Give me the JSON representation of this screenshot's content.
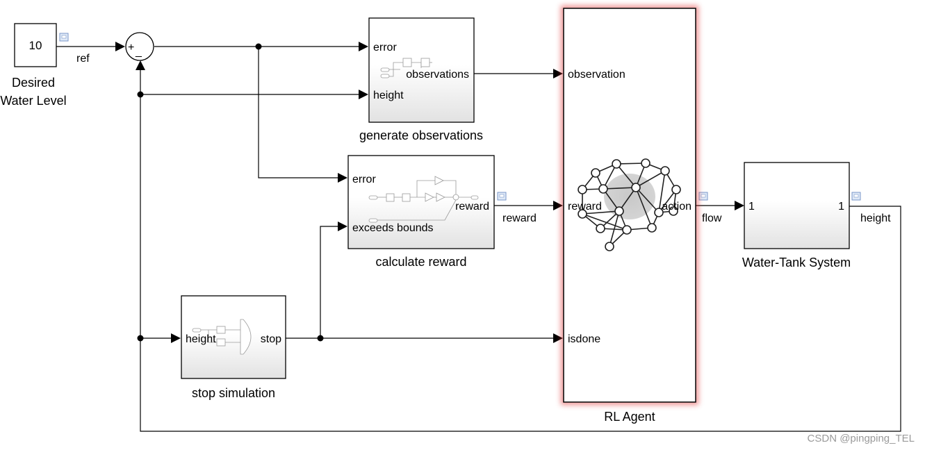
{
  "constant_block": {
    "value": "10",
    "caption_line1": "Desired",
    "caption_line2": "Water Level"
  },
  "sum_block": {
    "plus": "+",
    "minus": "_"
  },
  "generate_observations": {
    "caption": "generate observations",
    "in_error": "error",
    "in_height": "height",
    "out_observations": "observations"
  },
  "calculate_reward": {
    "caption": "calculate reward",
    "in_error": "error",
    "in_exceeds": "exceeds bounds",
    "out_reward": "reward"
  },
  "stop_simulation": {
    "caption": "stop simulation",
    "in_height": "height",
    "out_stop": "stop"
  },
  "rl_agent": {
    "caption": "RL Agent",
    "in_observation": "observation",
    "in_reward": "reward",
    "in_isdone": "isdone",
    "out_action": "action"
  },
  "water_tank": {
    "caption": "Water-Tank System",
    "in_port": "1",
    "out_port": "1"
  },
  "signals": {
    "ref": "ref",
    "reward": "reward",
    "flow": "flow",
    "height": "height"
  },
  "watermark": "CSDN @pingping_TEL",
  "colors": {
    "agent_highlight": "#e03030",
    "block_gradient_end": "#e4e4e4"
  }
}
